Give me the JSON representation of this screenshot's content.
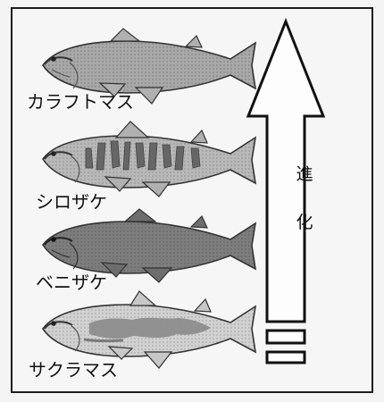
{
  "diagram": {
    "fish": [
      {
        "label": "カラフトマス"
      },
      {
        "label": "シロザケ"
      },
      {
        "label": "ベニザケ"
      },
      {
        "label": "サクラマス"
      }
    ],
    "arrow": {
      "text_1": "進",
      "text_2": "化"
    }
  }
}
